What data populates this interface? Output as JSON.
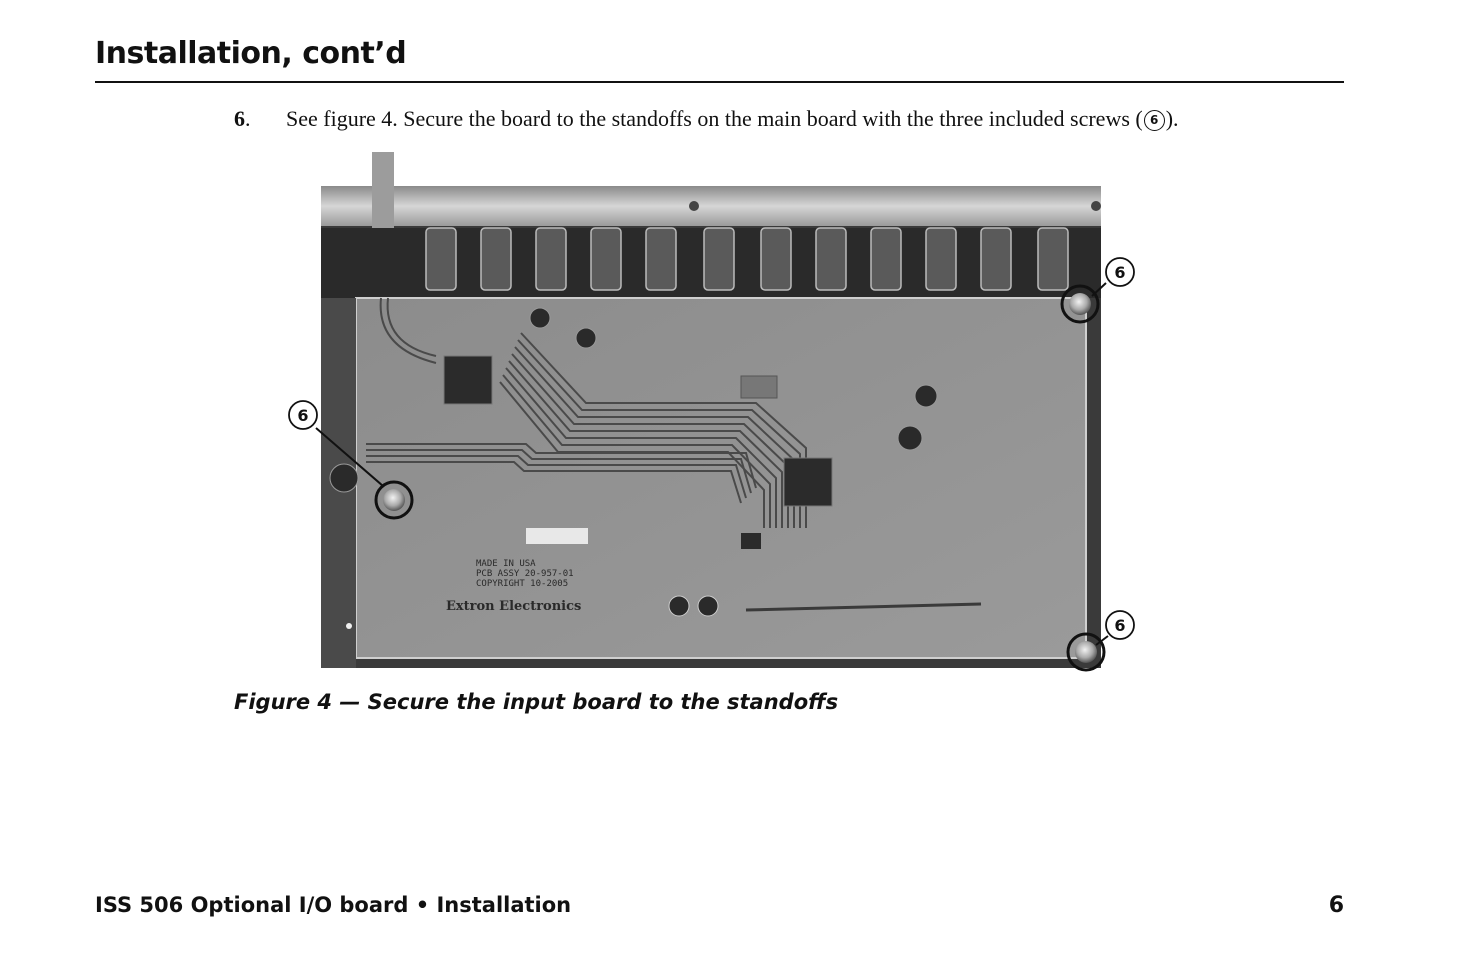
{
  "header": {
    "title": "Installation, cont’d"
  },
  "step": {
    "number": "6",
    "text_before": "See figure 4.  Secure the board to the standoffs on the main board with the three included screws (",
    "callout": "6",
    "text_after": ")."
  },
  "figure": {
    "callouts": [
      "6",
      "6",
      "6"
    ],
    "board_labels": [
      "COPYRIGHT 10-2005",
      "PCB ASSY 20-957-01",
      "MADE IN USA",
      "Extron Electronics"
    ],
    "caption": "Figure 4 — Secure the input board to the standoffs"
  },
  "footer": {
    "left": "ISS 506 Optional I/O board • Installation",
    "page_number": "6"
  }
}
